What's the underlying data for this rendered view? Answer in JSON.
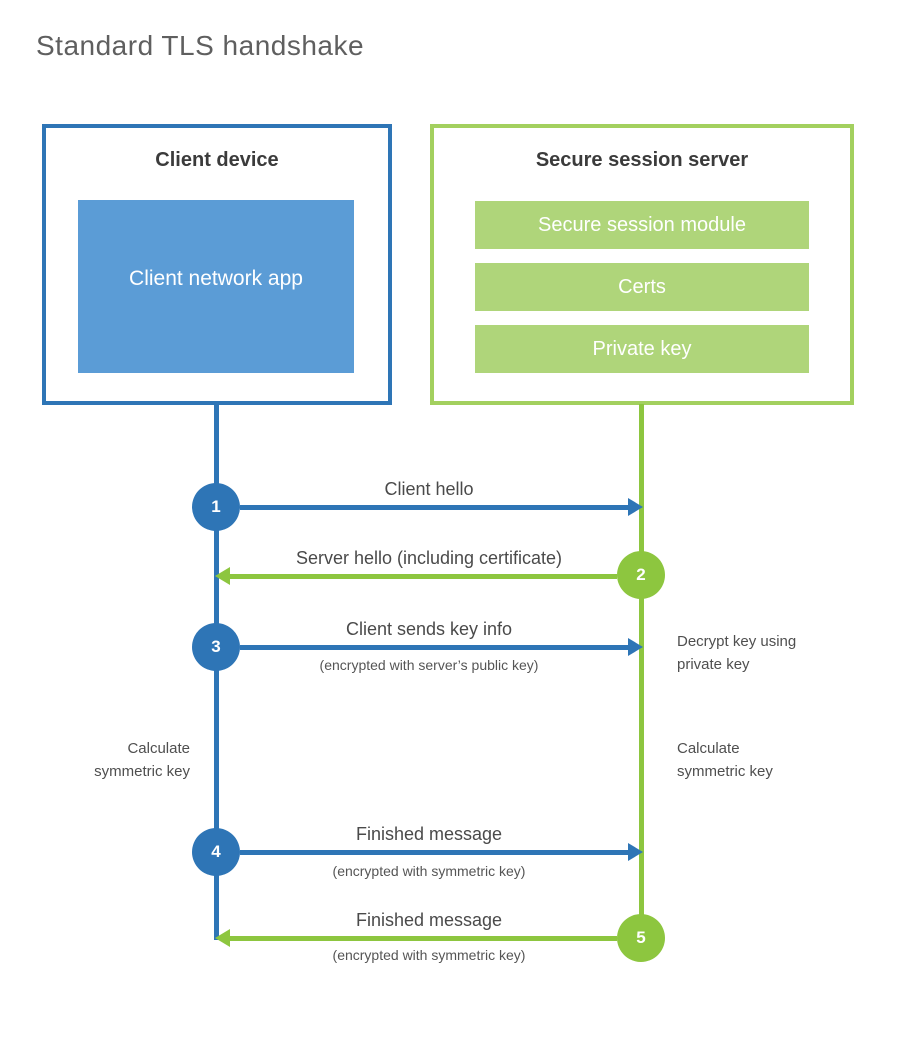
{
  "title": "Standard TLS handshake",
  "client": {
    "title": "Client device",
    "app_label": "Client network app"
  },
  "server": {
    "title": "Secure session server",
    "modules": [
      "Secure session module",
      "Certs",
      "Private key"
    ]
  },
  "steps": [
    {
      "num": "1",
      "label": "Client hello",
      "from": "client",
      "to": "server"
    },
    {
      "num": "2",
      "label": "Server hello (including certificate)",
      "from": "server",
      "to": "client"
    },
    {
      "num": "3",
      "label": "Client sends key info",
      "sublabel": "(encrypted with server’s public key)",
      "from": "client",
      "to": "server"
    },
    {
      "num": "4",
      "label": "Finished message",
      "sublabel": "(encrypted with symmetric key)",
      "from": "client",
      "to": "server"
    },
    {
      "num": "5",
      "label": "Finished message",
      "sublabel": "(encrypted with symmetric key)",
      "from": "server",
      "to": "client"
    }
  ],
  "notes": {
    "decrypt_right": "Decrypt key using private key",
    "calculate_left": "Calculate symmetric key",
    "calculate_right": "Calculate symmetric key"
  },
  "colors": {
    "blue": "#2e75b6",
    "blue_fill": "#5b9cd6",
    "green": "#8dc63f",
    "green_border": "#a3d05f",
    "green_fill": "#afd57a",
    "title_text": "#5f5f5f",
    "label_text": "#4a4a4a"
  }
}
